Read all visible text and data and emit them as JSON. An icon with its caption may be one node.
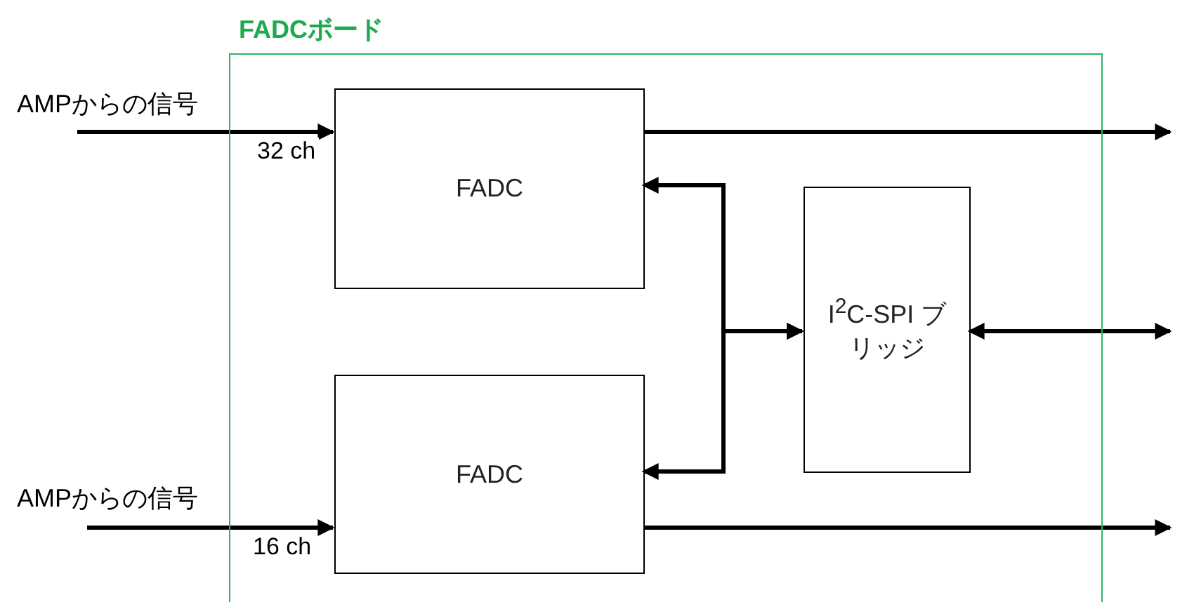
{
  "diagram": {
    "nodes": [
      {
        "text": [
          "FADCボード"
        ]
      },
      {
        "text": [
          "FADC"
        ],
        "in": 0
      },
      {
        "text": [
          "FADC"
        ],
        "in": 0
      },
      {
        "text": [
          "I$^{2}$C-SPI ブリッジ"
        ],
        "in": 0
      },
      {
        "text": [
          "AMPからの信号"
        ]
      },
      {
        "text": [
          "AMPからの信号"
        ]
      }
    ],
    "edges": [
      {
        "from": 4,
        "to": 1,
        "arrow": "to",
        "label": "32 ch"
      },
      {
        "from": 5,
        "to": 2,
        "arrow": "to",
        "label": "16 ch"
      },
      {
        "from": 1,
        "to": null,
        "arrow": "to"
      },
      {
        "from": 2,
        "to": null,
        "arrow": "to"
      },
      {
        "from": 1,
        "to": 3,
        "arrow": "both"
      },
      {
        "from": 2,
        "to": 3,
        "arrow": "both"
      },
      {
        "from": 3,
        "to": null,
        "arrow": "both"
      }
    ]
  }
}
